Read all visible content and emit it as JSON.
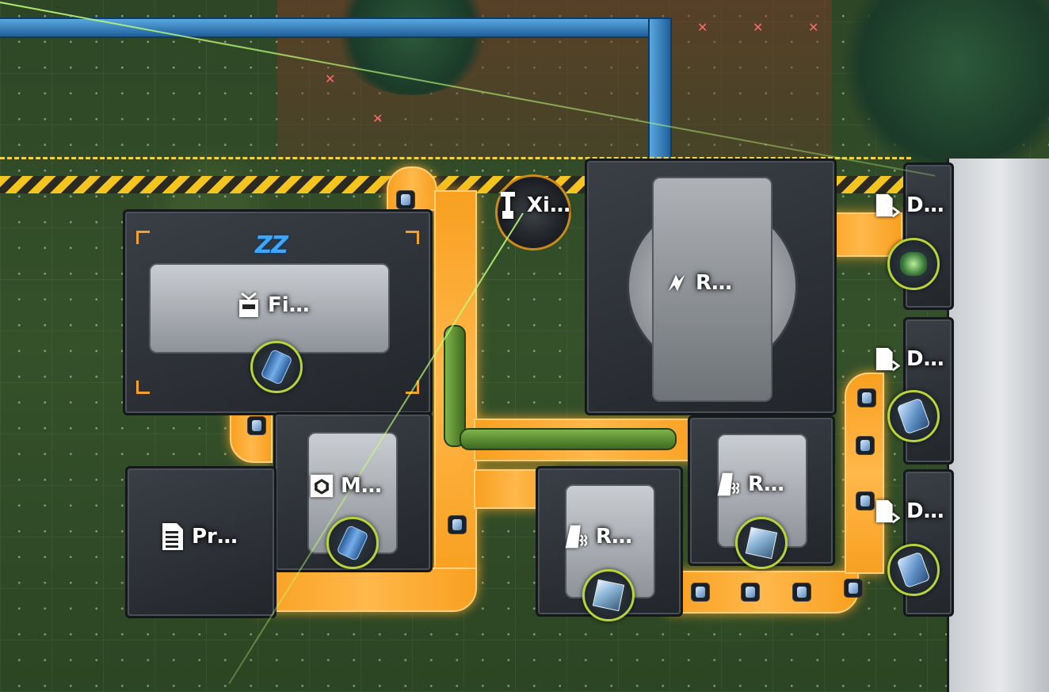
{
  "labels": {
    "xi": "Xi…",
    "fi": "Fi…",
    "r_top": "R…",
    "d1": "D…",
    "d2": "D…",
    "d3": "D…",
    "m": "M…",
    "pr": "Pr…",
    "r_mid": "R…",
    "r_low": "R…"
  },
  "icons": {
    "xi": "drill-icon",
    "fi": "filler-icon",
    "r_top": "reactor-icon",
    "d": "depot-icon",
    "m": "assembler-icon",
    "pr": "protocol-stash-icon",
    "r": "refinery-icon",
    "sleep": "sleep-zzz-icon"
  },
  "sleep_text": "Z Z",
  "colors": {
    "belt": "#f8a021",
    "hazard": "#f3c51e",
    "pipe": "#2d7bbf",
    "item_ring": "#b8d43a",
    "sleep": "#3ba7ff"
  }
}
